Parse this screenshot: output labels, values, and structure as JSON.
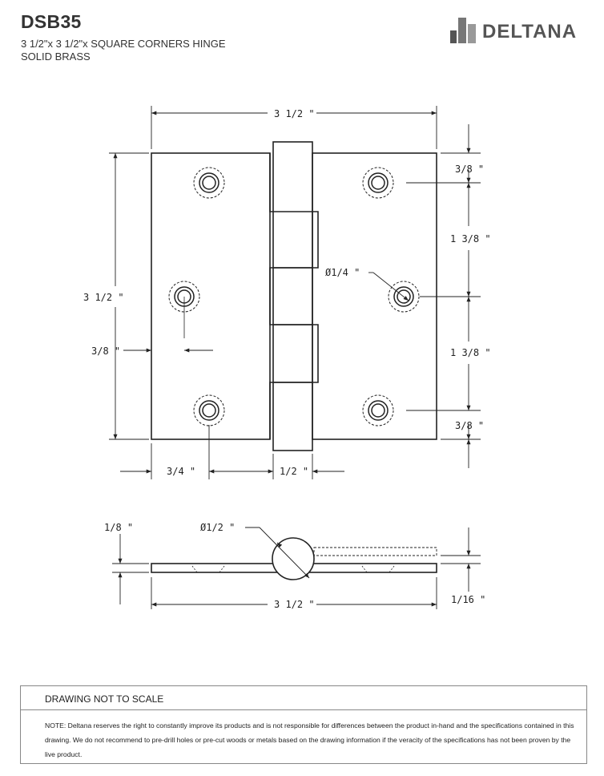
{
  "header": {
    "product_code": "DSB35",
    "description": "3 1/2\"x 3 1/2\"x SQUARE CORNERS HINGE",
    "material": "SOLID BRASS"
  },
  "brand": {
    "name": "DELTANA",
    "icon": "deltana-logo-icon"
  },
  "dimensions": {
    "overall_width": "3 1/2 \"",
    "overall_height": "3 1/2 \"",
    "top_edge_to_hole": "3/8 \"",
    "hole_spacing_upper": "1 3/8 \"",
    "hole_spacing_lower": "1 3/8 \"",
    "bottom_edge_to_hole": "3/8 \"",
    "left_edge_to_hole": "3/8 \"",
    "screw_hole_diameter": "Ø1/4 \"",
    "leaf_hole_offset": "3/4 \"",
    "knuckle_width": "1/2 \"",
    "pin_diameter": "Ø1/2 \"",
    "open_height": "1/8 \"",
    "leaf_thickness": "1/16 \"",
    "side_view_width": "3 1/2 \""
  },
  "note": {
    "title": "DRAWING NOT TO SCALE",
    "text": "NOTE: Deltana reserves the right to constantly improve its products and is not responsible for differences between the product in-hand and the specifications contained in this drawing. We do not recommend to pre-drill holes or pre-cut woods or metals based on the drawing information if the veracity of the specifications has not been proven by the live product."
  }
}
